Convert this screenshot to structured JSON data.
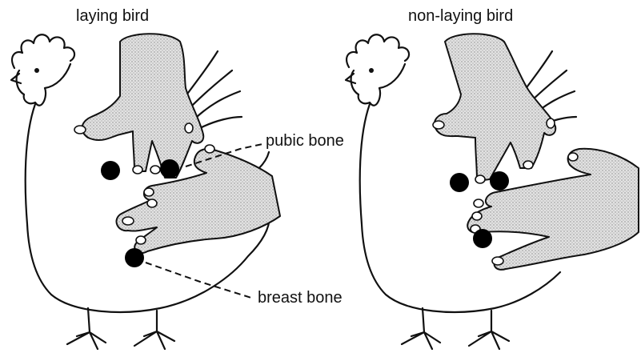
{
  "panels": [
    {
      "title": "laying bird"
    },
    {
      "title": "non-laying bird"
    }
  ],
  "callouts": {
    "pubic_bone": "pubic bone",
    "breast_bone": "breast bone"
  },
  "colors": {
    "ink": "#111111",
    "bone": "#000000",
    "hand_fill": "#cfcfcf"
  }
}
